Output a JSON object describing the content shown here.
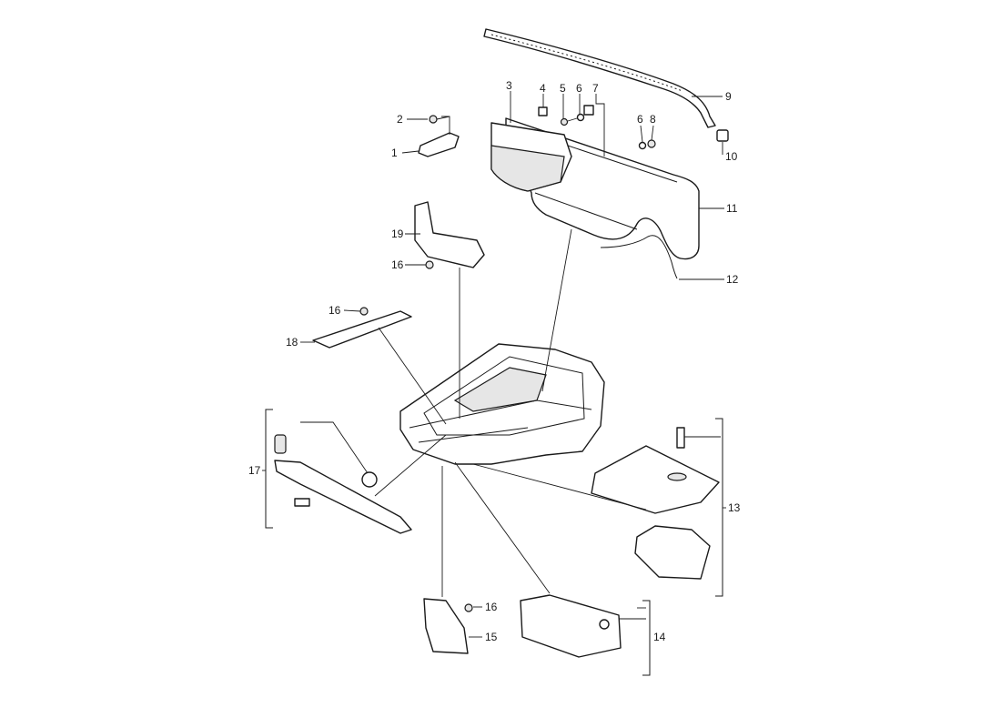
{
  "diagram": {
    "callouts": [
      {
        "id": "c1",
        "label": "1"
      },
      {
        "id": "c2",
        "label": "2"
      },
      {
        "id": "c3",
        "label": "3"
      },
      {
        "id": "c4",
        "label": "4"
      },
      {
        "id": "c5",
        "label": "5"
      },
      {
        "id": "c6a",
        "label": "6"
      },
      {
        "id": "c7",
        "label": "7"
      },
      {
        "id": "c6b",
        "label": "6"
      },
      {
        "id": "c8",
        "label": "8"
      },
      {
        "id": "c9",
        "label": "9"
      },
      {
        "id": "c10",
        "label": "10"
      },
      {
        "id": "c11",
        "label": "11"
      },
      {
        "id": "c12",
        "label": "12"
      },
      {
        "id": "c19",
        "label": "19"
      },
      {
        "id": "c16a",
        "label": "16"
      },
      {
        "id": "c16b",
        "label": "16"
      },
      {
        "id": "c18",
        "label": "18"
      },
      {
        "id": "c17",
        "label": "17"
      },
      {
        "id": "c13",
        "label": "13"
      },
      {
        "id": "c16c",
        "label": "16"
      },
      {
        "id": "c15",
        "label": "15"
      },
      {
        "id": "c14",
        "label": "14"
      }
    ]
  }
}
